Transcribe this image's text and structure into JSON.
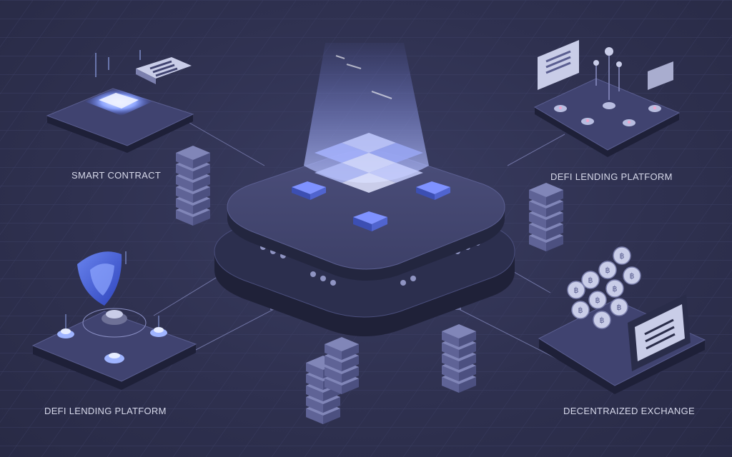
{
  "labels": {
    "top_left": "SMART CONTRACT",
    "top_right": "DEFI LENDING PLATFORM",
    "bottom_left": "DEFI LENDING PLATFORM",
    "bottom_right": "DECENTRAIZED EXCHANGE"
  },
  "colors": {
    "background": "#2f3150",
    "platform_top": "#434670",
    "platform_side": "#23253d",
    "accent_blue": "#5b7cff",
    "glow": "#9fb4ff",
    "coin": "#c9cde8",
    "connector_line": "#8a8fc4"
  }
}
